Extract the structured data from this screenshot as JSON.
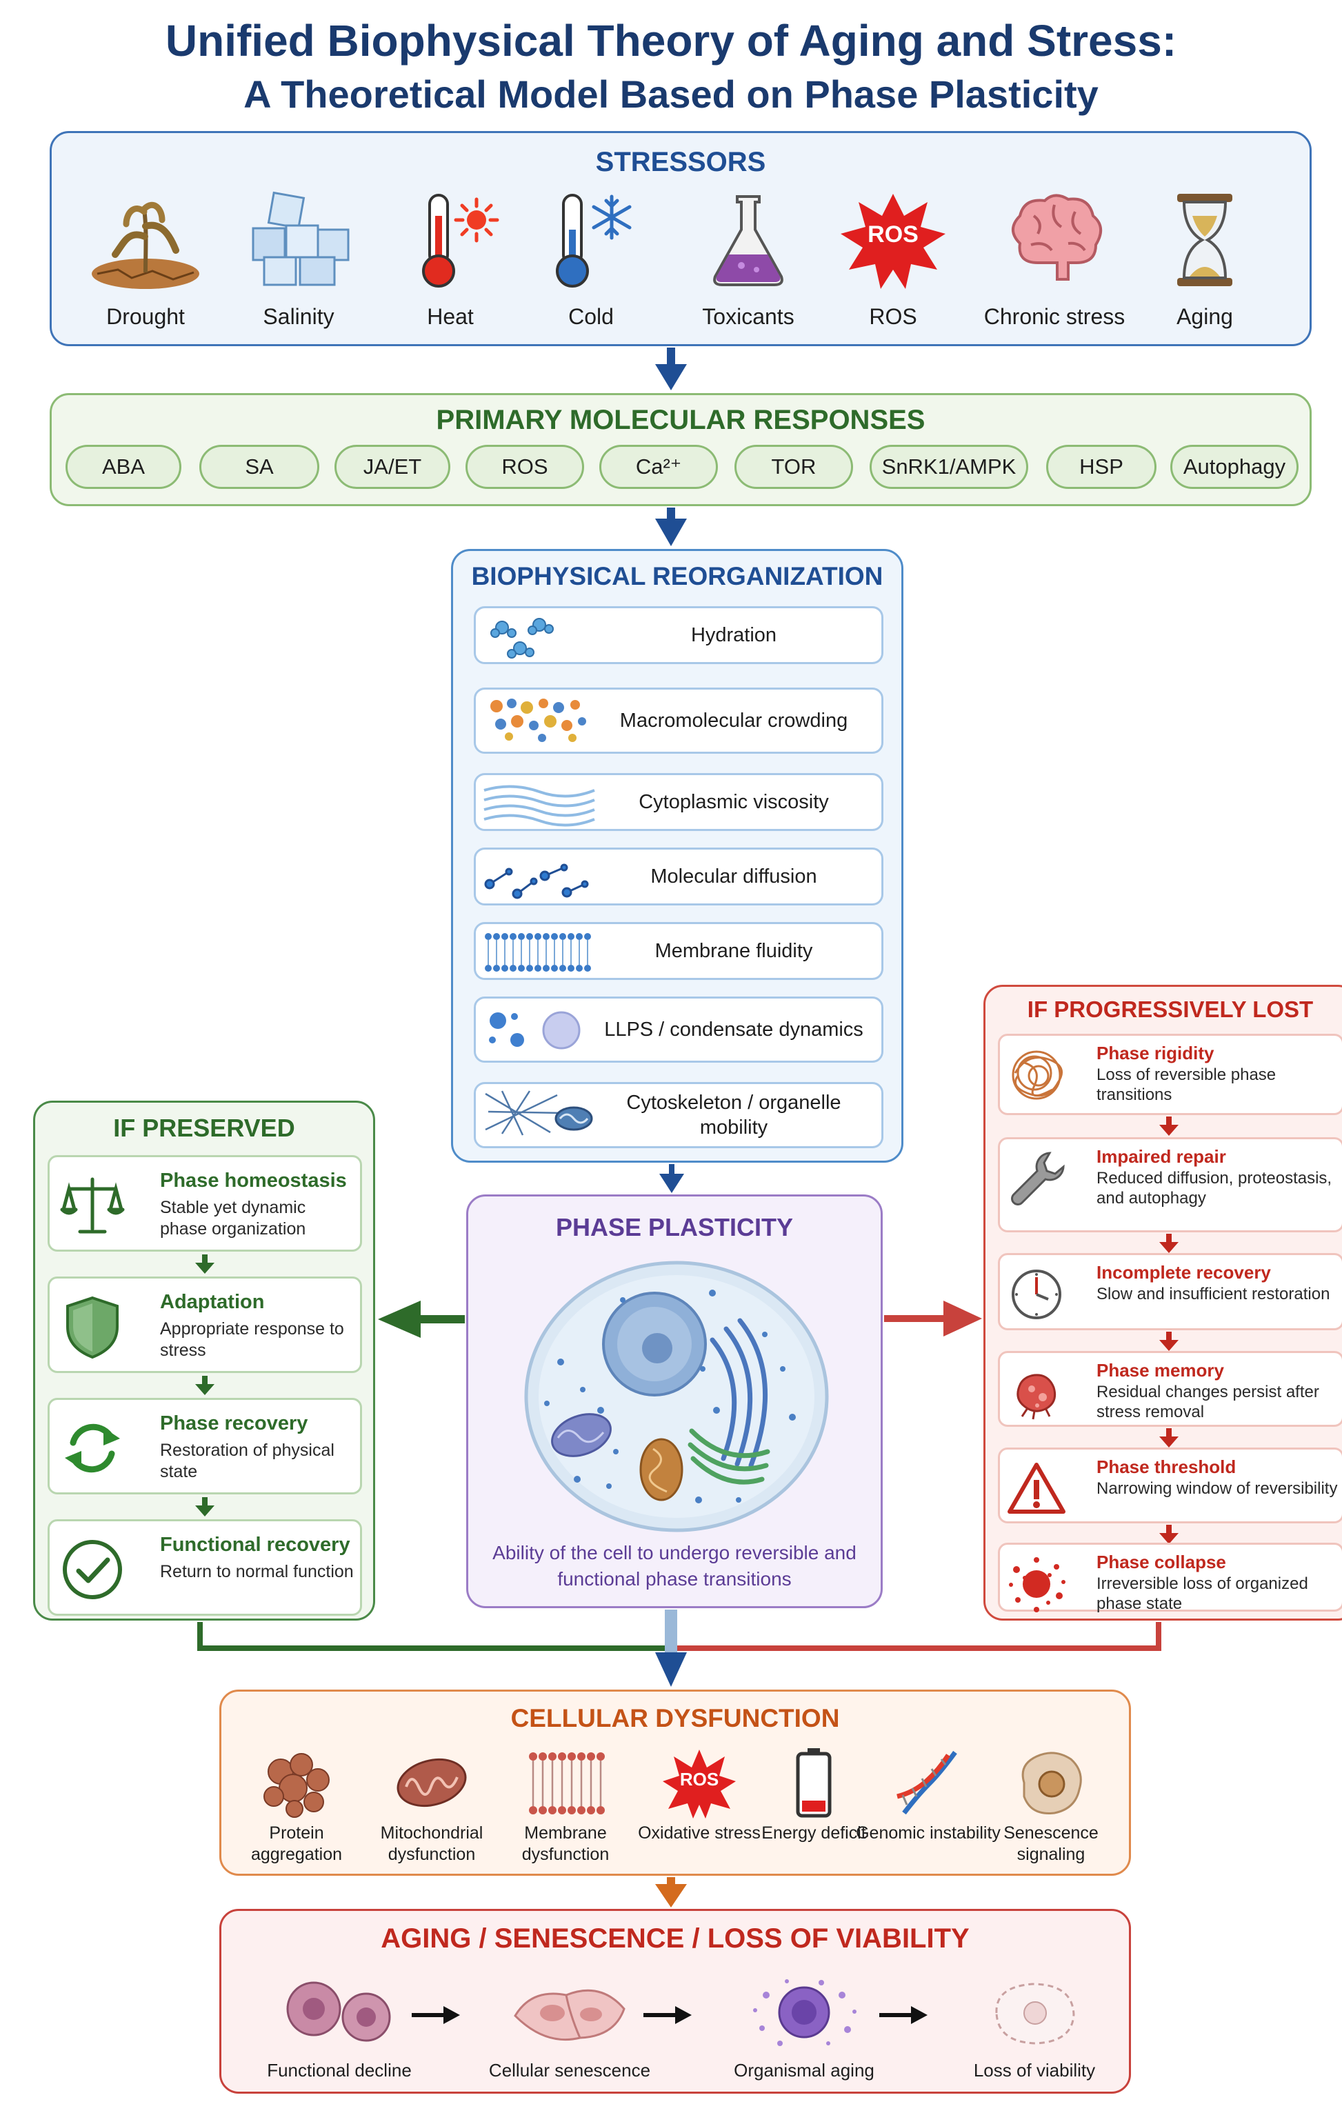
{
  "title": {
    "line1": "Unified Biophysical Theory of Aging and Stress:",
    "line2": "A Theoretical Model Based on Phase Plasticity"
  },
  "stressors": {
    "heading": "STRESSORS",
    "items": [
      "Drought",
      "Salinity",
      "Heat",
      "Cold",
      "Toxicants",
      "ROS",
      "Chronic stress",
      "Aging"
    ],
    "ros_badge": "ROS"
  },
  "primary": {
    "heading": "PRIMARY MOLECULAR RESPONSES",
    "items": [
      "ABA",
      "SA",
      "JA/ET",
      "ROS",
      "Ca²⁺",
      "TOR",
      "SnRK1/AMPK",
      "HSP",
      "Autophagy"
    ]
  },
  "biophysical": {
    "heading": "BIOPHYSICAL REORGANIZATION",
    "steps": [
      "Hydration",
      "Macromolecular crowding",
      "Cytoplasmic viscosity",
      "Molecular diffusion",
      "Membrane fluidity",
      "LLPS / condensate dynamics",
      "Cytoskeleton / organelle mobility"
    ]
  },
  "phase": {
    "heading": "PHASE PLASTICITY",
    "description": "Ability of the cell to undergo reversible and functional phase transitions"
  },
  "preserved": {
    "heading": "IF PRESERVED",
    "steps": [
      {
        "title": "Phase homeostasis",
        "desc": "Stable yet dynamic phase organization"
      },
      {
        "title": "Adaptation",
        "desc": "Appropriate response to stress"
      },
      {
        "title": "Phase recovery",
        "desc": "Restoration of physical state"
      },
      {
        "title": "Functional recovery",
        "desc": "Return to normal function"
      }
    ]
  },
  "lost": {
    "heading": "IF PROGRESSIVELY LOST",
    "steps": [
      {
        "title": "Phase rigidity",
        "desc": "Loss of reversible phase transitions"
      },
      {
        "title": "Impaired repair",
        "desc": "Reduced diffusion, proteostasis, and autophagy"
      },
      {
        "title": "Incomplete recovery",
        "desc": "Slow and insufficient restoration"
      },
      {
        "title": "Phase memory",
        "desc": "Residual changes persist after stress removal"
      },
      {
        "title": "Phase threshold",
        "desc": "Narrowing window of reversibility"
      },
      {
        "title": "Phase collapse",
        "desc": "Irreversible loss of organized phase state"
      }
    ]
  },
  "dysfunction": {
    "heading": "CELLULAR DYSFUNCTION",
    "items": [
      "Protein aggregation",
      "Mitochondrial dysfunction",
      "Membrane dysfunction",
      "Oxidative stress",
      "Energy deficit",
      "Genomic instability",
      "Senescence signaling"
    ],
    "ros_badge": "ROS"
  },
  "aging": {
    "heading": "AGING / SENESCENCE / LOSS OF VIABILITY",
    "items": [
      "Functional decline",
      "Cellular senescence",
      "Organismal aging",
      "Loss of viability"
    ]
  },
  "colors": {
    "title": "#1a3a6e",
    "stressors": "#3f74b8",
    "primary": "#8cbb74",
    "biophysical": "#4f8cc9",
    "phase": "#9b7cc6",
    "preserved": "#4a8a48",
    "lost": "#d04a3e",
    "dysfunction": "#e08a4c",
    "aging": "#c8423c"
  }
}
